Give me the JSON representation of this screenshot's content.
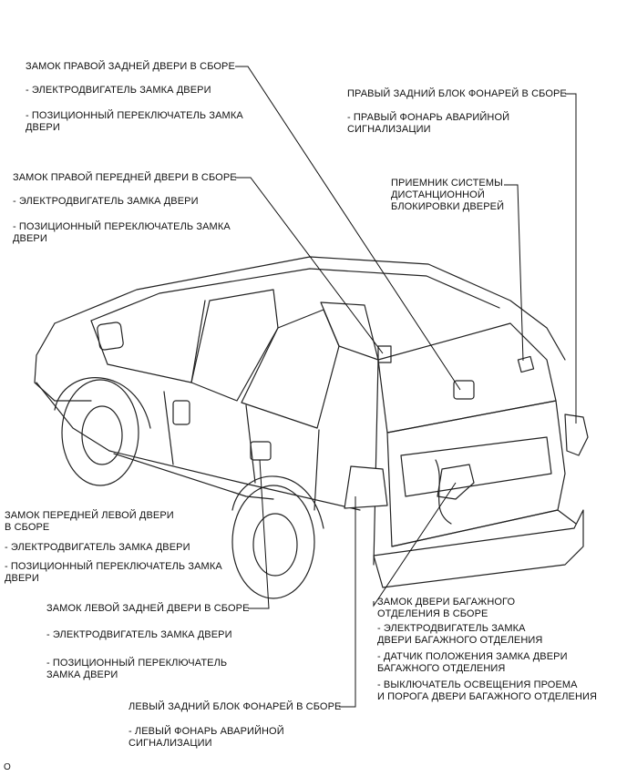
{
  "labels": {
    "rr_door": {
      "title": "ЗАМОК ПРАВОЙ ЗАДНЕЙ ДВЕРИ В СБОРЕ",
      "item1": "- ЭЛЕКТРОДВИГАТЕЛЬ ЗАМКА ДВЕРИ",
      "item2_l1": "- ПОЗИЦИОННЫЙ ПЕРЕКЛЮЧАТЕЛЬ ЗАМКА",
      "item2_l2": "ДВЕРИ"
    },
    "fr_door": {
      "title": "ЗАМОК ПРАВОЙ ПЕРЕДНЕЙ ДВЕРИ В СБОРЕ",
      "item1": "- ЭЛЕКТРОДВИГАТЕЛЬ ЗАМКА ДВЕРИ",
      "item2_l1": "- ПОЗИЦИОННЫЙ ПЕРЕКЛЮЧАТЕЛЬ ЗАМКА",
      "item2_l2": "ДВЕРИ"
    },
    "rr_lamp": {
      "title": "ПРАВЫЙ ЗАДНИЙ БЛОК ФОНАРЕЙ В СБОРЕ",
      "item1_l1": "- ПРАВЫЙ ФОНАРЬ АВАРИЙНОЙ",
      "item1_l2": "СИГНАЛИЗАЦИИ"
    },
    "receiver": {
      "l1": "ПРИЕМНИК СИСТЕМЫ",
      "l2": "ДИСТАНЦИОННОЙ",
      "l3": "БЛОКИРОВКИ ДВЕРЕЙ"
    },
    "fl_door": {
      "title_l1": "ЗАМОК ПЕРЕДНЕЙ ЛЕВОЙ ДВЕРИ",
      "title_l2": "В СБОРЕ",
      "item1": "- ЭЛЕКТРОДВИГАТЕЛЬ ЗАМКА ДВЕРИ",
      "item2_l1": "- ПОЗИЦИОННЫЙ ПЕРЕКЛЮЧАТЕЛЬ ЗАМКА",
      "item2_l2": "ДВЕРИ"
    },
    "rl_door": {
      "title": "ЗАМОК ЛЕВОЙ ЗАДНЕЙ ДВЕРИ В СБОРЕ",
      "item1": "- ЭЛЕКТРОДВИГАТЕЛЬ ЗАМКА ДВЕРИ",
      "item2_l1": "- ПОЗИЦИОННЫЙ ПЕРЕКЛЮЧАТЕЛЬ",
      "item2_l2": "ЗАМКА ДВЕРИ"
    },
    "back_door": {
      "title_l1": "ЗАМОК ДВЕРИ БАГАЖНОГО",
      "title_l2": "ОТДЕЛЕНИЯ В СБОРЕ",
      "item1_l1": "- ЭЛЕКТРОДВИГАТЕЛЬ ЗАМКА",
      "item1_l2": "ДВЕРИ БАГАЖНОГО ОТДЕЛЕНИЯ",
      "item2_l1": "- ДАТЧИК ПОЛОЖЕНИЯ ЗАМКА ДВЕРИ",
      "item2_l2": "БАГАЖНОГО ОТДЕЛЕНИЯ",
      "item3_l1": "- ВЫКЛЮЧАТЕЛЬ ОСВЕЩЕНИЯ ПРОЕМА",
      "item3_l2": "И ПОРОГА ДВЕРИ БАГАЖНОГО ОТДЕЛЕНИЯ"
    },
    "rl_lamp": {
      "title": "ЛЕВЫЙ ЗАДНИЙ БЛОК ФОНАРЕЙ В СБОРЕ",
      "item1_l1": "- ЛЕВЫЙ ФОНАРЬ АВАРИЙНОЙ",
      "item1_l2": "СИГНАЛИЗАЦИИ"
    },
    "corner_mark": "O"
  }
}
